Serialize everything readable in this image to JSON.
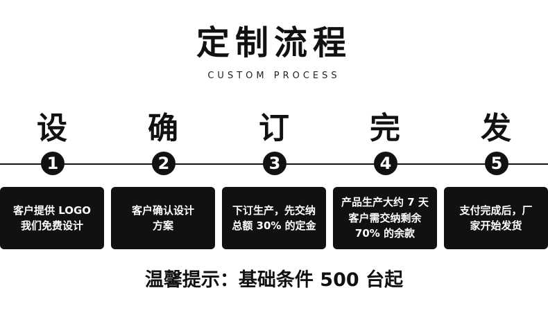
{
  "title": "定制流程",
  "subtitle": "CUSTOM PROCESS",
  "steps": [
    {
      "char": "设",
      "num": "1",
      "desc": "客户提供 LOGO\n我们免费设计"
    },
    {
      "char": "确",
      "num": "2",
      "desc": "客户确认设计\n方案"
    },
    {
      "char": "订",
      "num": "3",
      "desc": "下订生产，先交纳\n总额 30% 的定金"
    },
    {
      "char": "完",
      "num": "4",
      "desc": "产品生产大约 7 天\n客户需交纳剩余\n70% 的余款"
    },
    {
      "char": "发",
      "num": "5",
      "desc": "支付完成后，厂\n家开始发货"
    }
  ],
  "note": "温馨提示：基础条件 500 台起"
}
